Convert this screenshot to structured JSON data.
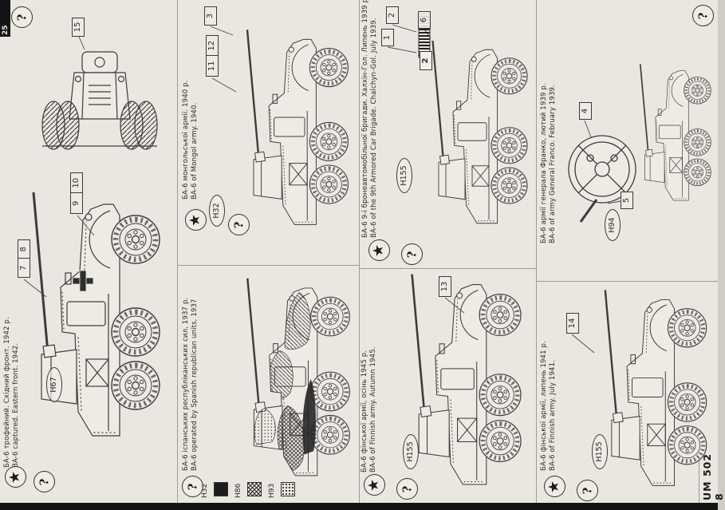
{
  "sheet": {
    "corner_label": "25",
    "footer_code": "UM 502 8",
    "symbols": {
      "question": "?",
      "star": "★"
    },
    "colors": {
      "paper": "#e9e7e1",
      "ink": "#3c3c3c",
      "black": "#141414"
    }
  },
  "panels": [
    {
      "name": "captured-eastern-front-1942",
      "caption_ua": "БА-6 трофейний. Східний фронт. 1942 р.",
      "caption_en": "BA-6 captured. Eastern front. 1942.",
      "color_code": "H67",
      "callouts": {
        "front_view": "15",
        "pair_a": [
          "7",
          "8"
        ],
        "pair_b": [
          "9",
          "10"
        ]
      }
    },
    {
      "name": "mongol-army-1940",
      "caption_ua": "БА-6 монгольської армії. 1940 р.",
      "caption_en": "BA-6 of Mongol army. 1940.",
      "color_code": "H32",
      "callouts": {
        "single": "3",
        "pair": [
          "11",
          "12"
        ]
      }
    },
    {
      "name": "spanish-republican-1937",
      "caption_ua": "БА-6 іспанських республіканських сил, 1937 р.",
      "caption_en": "BA-6 operated by Spanish republican units, 1937",
      "swatches": [
        {
          "code": "H32",
          "pattern": "solid"
        },
        {
          "code": "H86",
          "pattern": "crosshatch"
        },
        {
          "code": "H93",
          "pattern": "dots"
        }
      ]
    },
    {
      "name": "9th-armored-car-brigade-khalkhin-gol-1939",
      "caption_ua": "БА-6 9-ї бронеавтомобільної бригади. Халхін-Гол. Липень 1939 р.",
      "caption_en": "BA-6 of the 9th Armored Car Brigade. Chalchyn-Gol. July 1939.",
      "color_code": "H155",
      "callouts": {
        "a": "2",
        "b": "6",
        "c": "1"
      },
      "vehicle_marking": "2"
    },
    {
      "name": "finnish-army-autumn-1945",
      "caption_ua": "БА-6 фінської армії, осінь 1945 р.",
      "caption_en": "BA-6 of Finnish army. Autumn 1945.",
      "color_code": "H155",
      "callouts": {
        "single": "13"
      }
    },
    {
      "name": "general-franco-february-1939",
      "caption_ua": "БА-6 армії генерала Франко, лютий 1939 р.",
      "caption_en": "BA-6 of army General Franco. February 1939.",
      "color_code": "H94",
      "callouts": {
        "a": "4",
        "b": "5"
      }
    },
    {
      "name": "finnish-army-july-1941",
      "caption_ua": "БА-6 фінської армії, липень 1941 р.",
      "caption_en": "BA-6 of Finnish army. July 1941.",
      "color_code": "H155",
      "callouts": {
        "single": "14"
      }
    }
  ]
}
